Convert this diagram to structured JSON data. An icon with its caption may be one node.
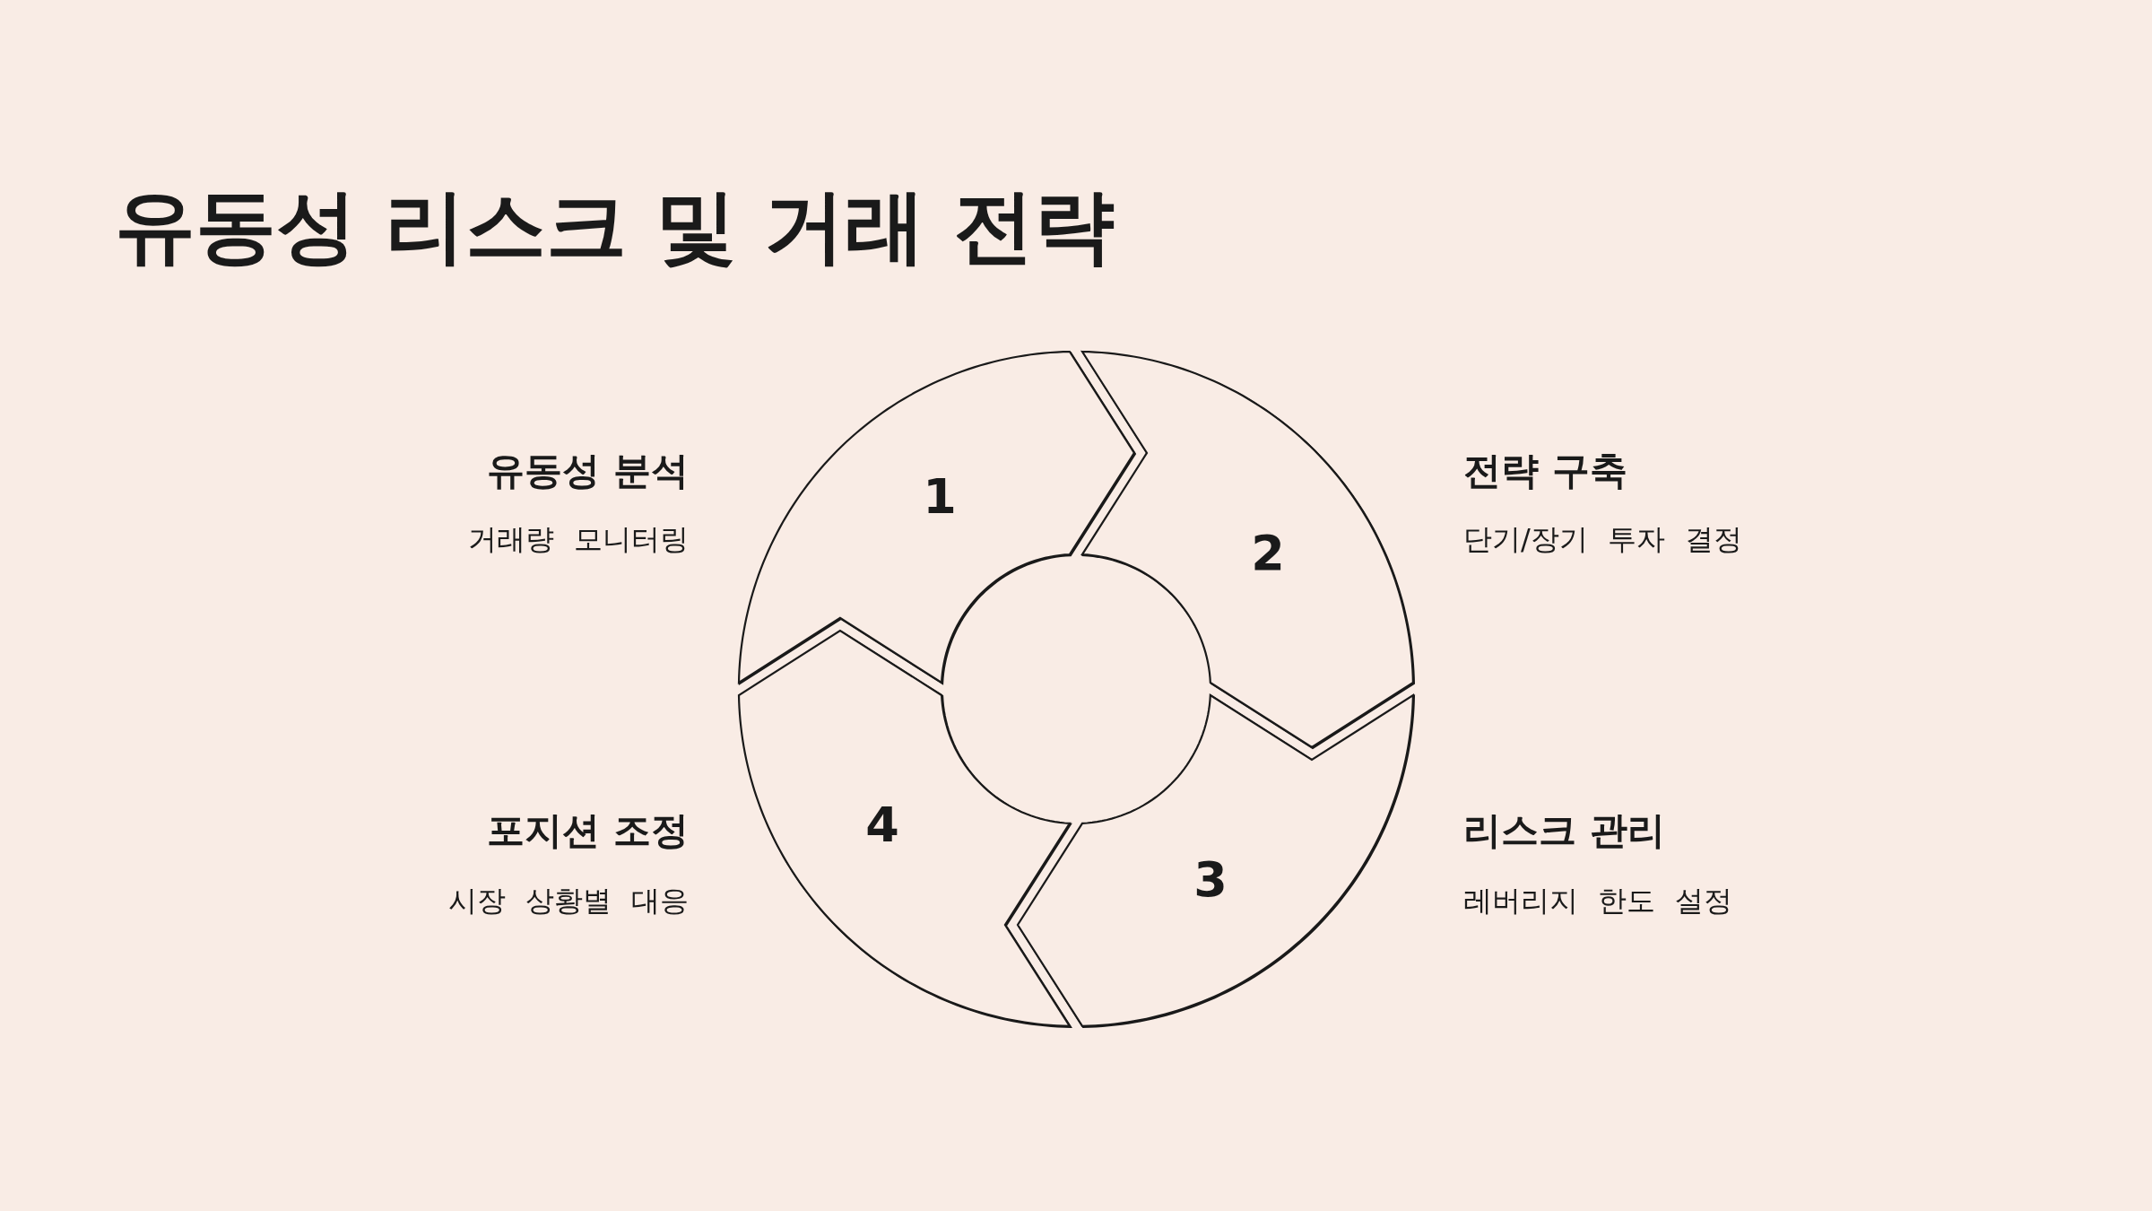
{
  "diagram": {
    "title": "유동성 리스크 및 거래 전략",
    "nodes": [
      {
        "text": [
          "1"
        ],
        "beside": [
          "유동성 분석",
          "거래량 모니터링"
        ]
      },
      {
        "text": [
          "2"
        ],
        "beside": [
          "전략 구축",
          "단기/장기 투자 결정"
        ]
      },
      {
        "text": [
          "3"
        ],
        "beside": [
          "리스크 관리",
          "레버리지 한도 설정"
        ]
      },
      {
        "text": [
          "4"
        ],
        "beside": [
          "포지션 조정",
          "시장 상황별 대응"
        ]
      }
    ]
  }
}
